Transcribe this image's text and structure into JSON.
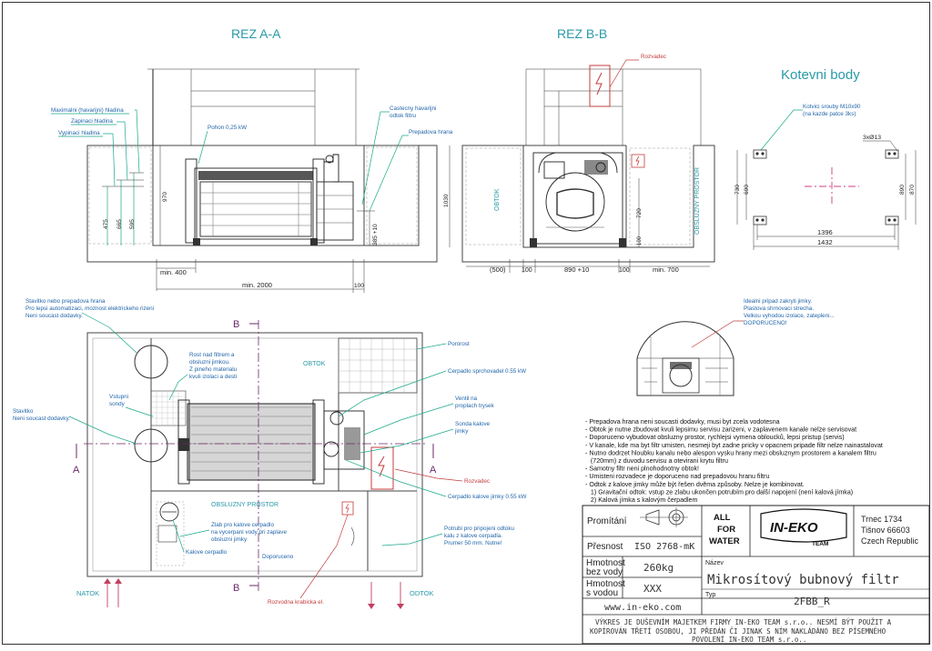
{
  "titles": {
    "section_a": "REZ A-A",
    "section_b": "REZ B-B",
    "anchor_title": "Kotevni body"
  },
  "rez_a": {
    "labels": {
      "max_level": "Maximalni (havarijni) hladina",
      "on_level": "Zapinaci hladina",
      "off_level": "Vypinaci hladina",
      "drive": "Pohon 0,25 kW",
      "partial_outlet_1": "Castecny havarijni",
      "partial_outlet_2": "odtok filtru",
      "overflow_edge": "Prepadova hrana"
    },
    "dims": {
      "h970": "970",
      "h475": "475",
      "h665": "665",
      "h595": "595",
      "h385": "385 +10",
      "min400": "min. 400",
      "min2000": "min. 2000",
      "d100": "100"
    }
  },
  "rez_b": {
    "labels": {
      "switchboard": "Rozvadec",
      "outlet": "OBTOK",
      "service_space": "OBSLUZNY PROSTOR"
    },
    "dims": {
      "h1030": "1030",
      "h720": "720",
      "h100": "100",
      "w500": "(500)",
      "w100a": "100",
      "w890": "890 +10",
      "w100b": "100",
      "min700": "min. 700"
    }
  },
  "anchors": {
    "note_1": "Kotvici srouby M10x90",
    "note_2": "(na kazde patce 3ks)",
    "holes": "3xØ13",
    "w1396": "1396",
    "w1432": "1432",
    "h730": "730",
    "h690": "690",
    "h890": "890",
    "h870": "870"
  },
  "plan": {
    "labels": {
      "float_1": "Stavitko nebo prepadova hrana",
      "float_2": "Pro lepsi automatizaci, moznost elektrickeho rizeni",
      "float_3": "Neni soucast dodavky.",
      "float2_1": "Stavitko",
      "float2_2": "Neni soucast dodavky.",
      "grate_1": "Rost nad filtrem a",
      "grate_2": "obsluzni jimkou.",
      "grate_3": "Z pineho materialu",
      "grate_4": "kvuli izolaci a desti",
      "inlet_probes_1": "Vstupni",
      "inlet_probes_2": "sondy",
      "bypass": "OBTOK",
      "grating": "Pororost",
      "spray_pump": "Cerpadlo sprchovadel 0.55 kW",
      "valves_1": "Ventil na",
      "valves_2": "proplach trysek",
      "sump_probe_1": "Sonda kalove",
      "sump_probe_2": "jimky",
      "switchboard": "Rozvadec",
      "sludge_pump_power": "Cerpadlo kalove jimky 0.55 kW",
      "service_space": "OBSLUZNY PROSTOR",
      "drain_1": "Zlab pro kalove cerpadlo",
      "drain_2": "na vycerpani vody pri zaplave",
      "drain_3": "obsluzni jimky",
      "sludge_pump": "Kalove cerpadlo",
      "optional": "Doporuceno",
      "pipe_1": "Potrubi pro pripojeni odtoku",
      "pipe_2": "kalu z kalove cerpadla.",
      "pipe_3": "Prumer 50 mm. Nutne!",
      "junction_box": "Rozvodna krabicka el.",
      "inlet": "NATOK",
      "outlet": "ODTOK",
      "sec_a": "A",
      "sec_b": "B"
    }
  },
  "detail": {
    "note_1": "Idealni pripad zakryti jimky.",
    "note_2": "Plastova shrnovaci strecha.",
    "note_3": "Velkou vyhodou izolace, zatepleni...",
    "note_4": "DOPORUCENO!"
  },
  "notes": [
    "- Prepadova hrana neni soucasti dodavky, musi byt zcela vodotesna",
    "- Obtok je nutne zbudovat kvuli lepsimu servisu zarizeni, v zaplavenem kanale nelze servisovat",
    "- Doporuceno vybudovat obsluzny prostor, rychlejsi vymena obloucků, lepsi pristup (servis)",
    "- V kanale, kde ma byt filtr umisten, nesmeji byt zadne pricky v opacnem pripade filtr nelze nainastalovat",
    "- Nutno dodrzet hloubku kanalu nebo alespon vysku hrany mezi obsluznym prostorem a kanalem filtru",
    "  (720mm) z duvodu servisu a otevirani krytu filtru",
    "- Samotny filtr neni plnohodnotny obtok!",
    "- Umisteni rozvadece je doporuceno nad prepadovou hranu filtru",
    "- Odtok z kalove jimky může být řešen dvěma způsoby. Nelze je kombinovat.",
    "  1) Gravitační odtok: vstup ze zlabu ukončen potrubím pro další napojení (není kalová jímka)",
    "  2) Kalová jímka s kalovým čerpadlem"
  ],
  "title_block": {
    "promitani": "Promítání",
    "presnost_label": "Přesnost",
    "presnost_value": "ISO 2768-mK",
    "slogan": [
      "ALL",
      "FOR",
      "WATER"
    ],
    "logo": "IN-EKO",
    "logo_team": "TEAM",
    "address": [
      "Trnec 1734",
      "Tišnov 66603",
      "Czech Republic"
    ],
    "nazev_label": "Název",
    "name": "Mikrosítový bubnový filtr",
    "mass_dry_label": [
      "Hmotnost",
      "bez vody"
    ],
    "mass_dry_value": "260kg",
    "mass_wet_label": [
      "Hmotnost",
      "s vodou"
    ],
    "mass_wet_value": "XXX",
    "typ_label": "Typ",
    "typ_value": "2FBB_R",
    "web": "www.in-eko.com",
    "copyright": [
      "VÝKRES JE DUŠEVNÍM MAJETKEM FIRMY IN-EKO TEAM s.r.o.. NESMÍ BÝT POUŽIT A",
      "KOPÍROVÁN TŘETÍ OSOBOU, JI PŘEDÁN ČI JINAK S NÍM NAKLÁDÁNO BEZ PÍSEMNÉHO",
      "POVOLENÍ IN-EKO TEAM s.r.o.."
    ]
  }
}
